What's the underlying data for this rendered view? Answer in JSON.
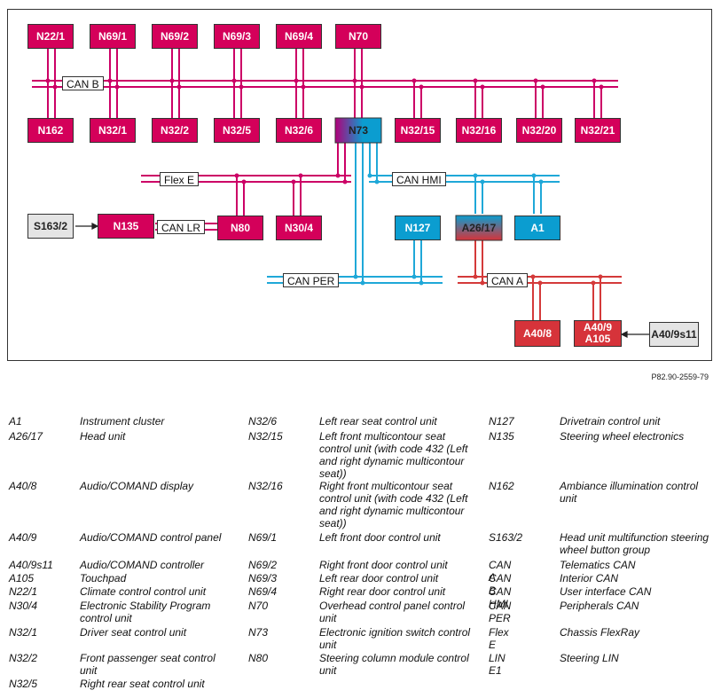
{
  "reference": "P82.90-2559-79",
  "colors": {
    "magenta": "#D4005A",
    "purple": "#B0007A",
    "blue": "#0B9DD0",
    "red": "#D6333A",
    "gray": "#E4E4E4",
    "bus_magenta": "#CC0066",
    "bus_blue": "#1FA8D8",
    "bus_red": "#D43A3A"
  },
  "nodes": {
    "n22_1": "N22/1",
    "n69_1": "N69/1",
    "n69_2": "N69/2",
    "n69_3": "N69/3",
    "n69_4": "N69/4",
    "n70": "N70",
    "n162": "N162",
    "n32_1": "N32/1",
    "n32_2": "N32/2",
    "n32_5": "N32/5",
    "n32_6": "N32/6",
    "n73": "N73",
    "n32_15": "N32/15",
    "n32_16": "N32/16",
    "n32_20": "N32/20",
    "n32_21": "N32/21",
    "s163_2": "S163/2",
    "n135": "N135",
    "n80": "N80",
    "n30_4": "N30/4",
    "n127": "N127",
    "a26_17": "A26/17",
    "a1": "A1",
    "a40_8": "A40/8",
    "a40_9": "A40/9",
    "a105": "A105",
    "a40_9s11": "A40/9s11"
  },
  "bus_labels": {
    "can_b": "CAN B",
    "flex_e": "Flex E",
    "can_lr": "CAN LR",
    "can_hmi": "CAN HMI",
    "can_per": "CAN PER",
    "can_a": "CAN A"
  },
  "legend": [
    {
      "code": "A1",
      "desc": "Instrument cluster"
    },
    {
      "code": "A26/17",
      "desc": "Head unit"
    },
    {
      "code": "A40/8",
      "desc": "Audio/COMAND display"
    },
    {
      "code": "A40/9",
      "desc": "Audio/COMAND control panel"
    },
    {
      "code": "A40/9s11",
      "desc": "Audio/COMAND controller"
    },
    {
      "code": "A105",
      "desc": "Touchpad"
    },
    {
      "code": "N22/1",
      "desc": "Climate control control unit"
    },
    {
      "code": "N30/4",
      "desc": "Electronic Stability Program control unit"
    },
    {
      "code": "N32/1",
      "desc": "Driver seat control unit"
    },
    {
      "code": "N32/2",
      "desc": "Front passenger seat control unit"
    },
    {
      "code": "N32/5",
      "desc": "Right rear seat control unit"
    },
    {
      "code": "N32/6",
      "desc": "Left rear seat control unit"
    },
    {
      "code": "N32/15",
      "desc": "Left front multicontour seat control unit (with code 432 (Left and right dynamic multicontour seat))"
    },
    {
      "code": "N32/16",
      "desc": "Right front multicontour seat control unit (with code 432 (Left and right dynamic multicontour seat))"
    },
    {
      "code": "N69/1",
      "desc": "Left front door control unit"
    },
    {
      "code": "N69/2",
      "desc": "Right front door control unit"
    },
    {
      "code": "N69/3",
      "desc": "Left rear door control unit"
    },
    {
      "code": "N69/4",
      "desc": "Right rear door control unit"
    },
    {
      "code": "N70",
      "desc": "Overhead control panel control unit"
    },
    {
      "code": "N73",
      "desc": "Electronic ignition switch control unit"
    },
    {
      "code": "N80",
      "desc": "Steering column module control unit"
    },
    {
      "code": "N127",
      "desc": "Drivetrain control unit"
    },
    {
      "code": "N135",
      "desc": "Steering wheel electronics"
    },
    {
      "code": "N162",
      "desc": "Ambiance illumination control unit"
    },
    {
      "code": "S163/2",
      "desc": "Head unit multifunction steering wheel button group"
    },
    {
      "code": "CAN A",
      "desc": "Telematics CAN"
    },
    {
      "code": "CAN B",
      "desc": "Interior CAN"
    },
    {
      "code": "CAN HMI",
      "desc": "User interface CAN"
    },
    {
      "code": "CAN PER",
      "desc": "Peripherals CAN"
    },
    {
      "code": "Flex E",
      "desc": "Chassis FlexRay"
    },
    {
      "code": "LIN E1",
      "desc": "Steering LIN"
    }
  ]
}
